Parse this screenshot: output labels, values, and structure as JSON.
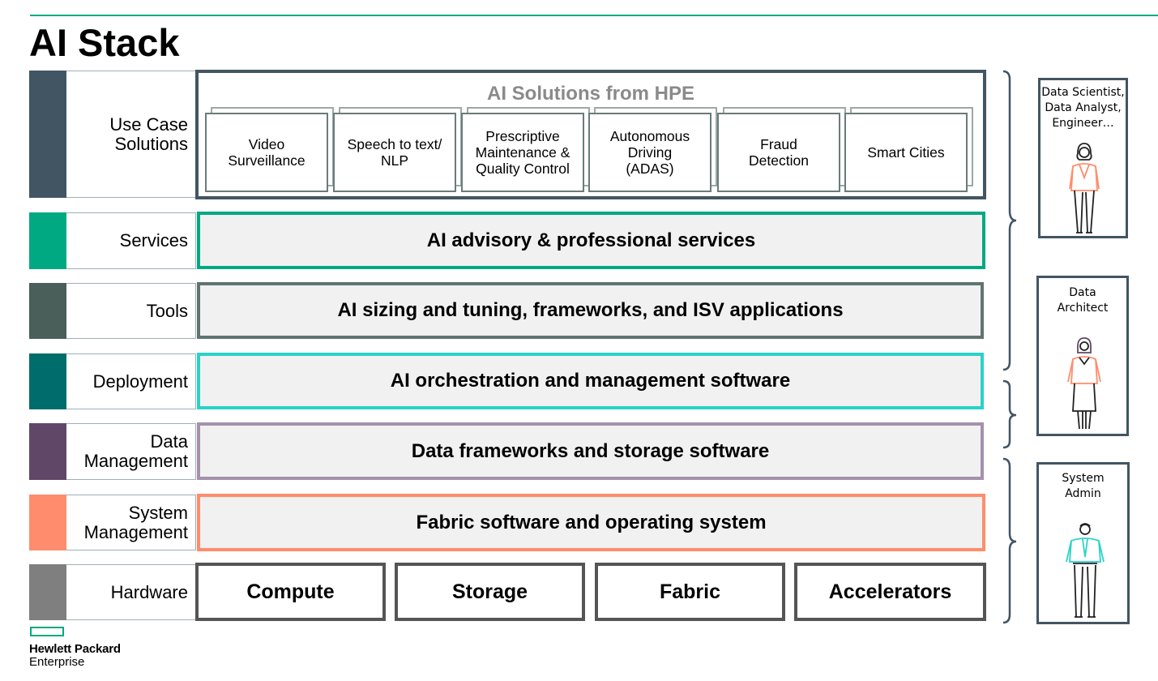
{
  "title": "AI Stack",
  "layers": [
    {
      "label": "Use Case\nSolutions",
      "color": "#425563"
    },
    {
      "label": "Services",
      "content": "AI advisory & professional services",
      "color": "#01a982"
    },
    {
      "label": "Tools",
      "content": "AI sizing and tuning, frameworks, and ISV applications",
      "color": "#4a5e5a"
    },
    {
      "label": "Deployment",
      "content": "AI orchestration and management software",
      "color": "#006d6d"
    },
    {
      "label": "Data\nManagement",
      "content": "Data frameworks and storage software",
      "color": "#614767"
    },
    {
      "label": "System\nManagement",
      "content": "Fabric software and operating system",
      "color": "#ff8d6d"
    },
    {
      "label": "Hardware",
      "color": "#7f7f7f"
    }
  ],
  "use_case": {
    "title": "AI Solutions from HPE",
    "items": [
      "Video\nSurveillance",
      "Speech to text/\nNLP",
      "Prescriptive\nMaintenance &\nQuality Control",
      "Autonomous\nDriving\n(ADAS)",
      "Fraud\nDetection",
      "Smart Cities"
    ]
  },
  "band_colors": {
    "services": "#01a982",
    "tools": "#5f7470",
    "deployment": "#2ad2c9",
    "data": "#a491ac",
    "system": "#ff8d6d"
  },
  "hardware": [
    "Compute",
    "Storage",
    "Fabric",
    "Accelerators"
  ],
  "personas": [
    {
      "label": "Data Scientist,\nData Analyst,\nEngineer…",
      "icon": "female-person-icon"
    },
    {
      "label": "Data\nArchitect",
      "icon": "female-person-icon"
    },
    {
      "label": "System\nAdmin",
      "icon": "male-person-icon"
    }
  ],
  "logo": {
    "line1": "Hewlett Packard",
    "line2": "Enterprise",
    "accent": "#01a982"
  }
}
